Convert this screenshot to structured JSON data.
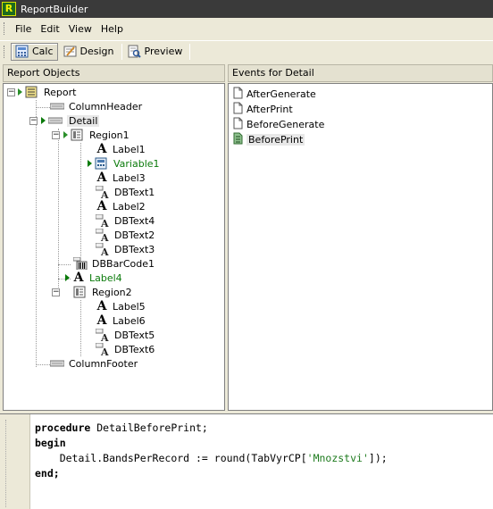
{
  "window": {
    "title": "ReportBuilder",
    "icon_letter": "R"
  },
  "menu": [
    "File",
    "Edit",
    "View",
    "Help"
  ],
  "toolbar": [
    {
      "label": "Calc",
      "icon": "calc-icon",
      "active": true
    },
    {
      "label": "Design",
      "icon": "design-icon",
      "active": false
    },
    {
      "label": "Preview",
      "icon": "preview-icon",
      "active": false
    }
  ],
  "left_panel": {
    "title": "Report Objects",
    "tree": {
      "report": "Report",
      "column_header": "ColumnHeader",
      "detail": "Detail",
      "region1": "Region1",
      "region1_children": [
        "Label1",
        "Variable1",
        "Label3",
        "DBText1",
        "Label2",
        "DBText4",
        "DBText2",
        "DBText3"
      ],
      "dbbarcode": "DBBarCode1",
      "label4": "Label4",
      "region2": "Region2",
      "region2_children": [
        "Label5",
        "Label6",
        "DBText5",
        "DBText6"
      ],
      "column_footer": "ColumnFooter"
    }
  },
  "right_panel": {
    "title": "Events for Detail",
    "events": [
      "AfterGenerate",
      "AfterPrint",
      "BeforeGenerate",
      "BeforePrint"
    ],
    "selected": "BeforePrint"
  },
  "code": {
    "line1_kw": "procedure",
    "line1_rest": " DetailBeforePrint;",
    "line2_kw": "begin",
    "line3_pre": "    Detail.BandsPerRecord := round(TabVyrCP[",
    "line3_str": "'Mnozstvi'",
    "line3_post": "]);",
    "line4_kw": "end;"
  },
  "colors": {
    "accent_green": "#0a7a0a",
    "string_green": "#1e7b1e",
    "titlebar": "#3a3a3a"
  }
}
